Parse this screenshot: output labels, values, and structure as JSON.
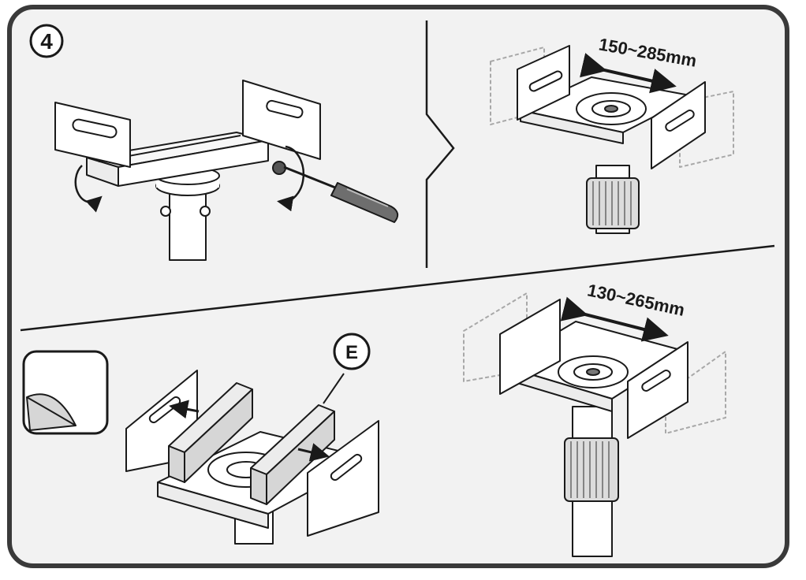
{
  "step": {
    "number": "4"
  },
  "callouts": {
    "part_label": "E"
  },
  "dimensions": {
    "range_wide": "150~285mm",
    "range_narrow": "130~265mm"
  },
  "colors": {
    "frame": "#3a3a3a",
    "panel_bg": "#f2f2f2",
    "line": "#1a1a1a",
    "pad": "#d6d6d6",
    "ghost": "#a8a8a8"
  },
  "icons": [
    "rotate-arrow-icon",
    "screwdriver-icon",
    "double-arrow-icon",
    "adhesive-peel-icon"
  ]
}
